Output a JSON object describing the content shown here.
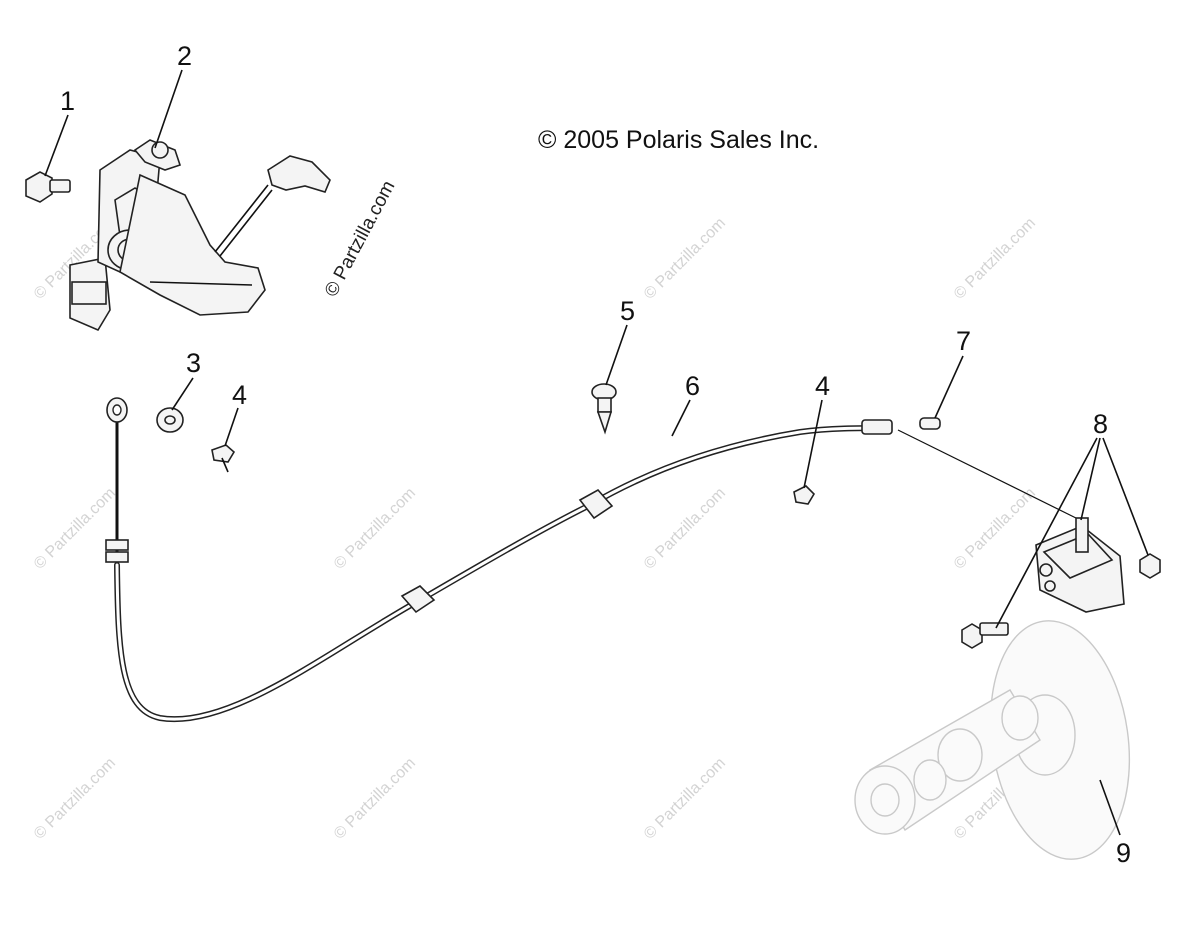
{
  "copyright": "© 2005 Polaris Sales Inc.",
  "watermark_text": "© Partzilla.com",
  "callouts": {
    "c1": "1",
    "c2": "2",
    "c3": "3",
    "c4a": "4",
    "c4b": "4",
    "c5": "5",
    "c6": "6",
    "c7": "7",
    "c8": "8",
    "c9": "9"
  }
}
